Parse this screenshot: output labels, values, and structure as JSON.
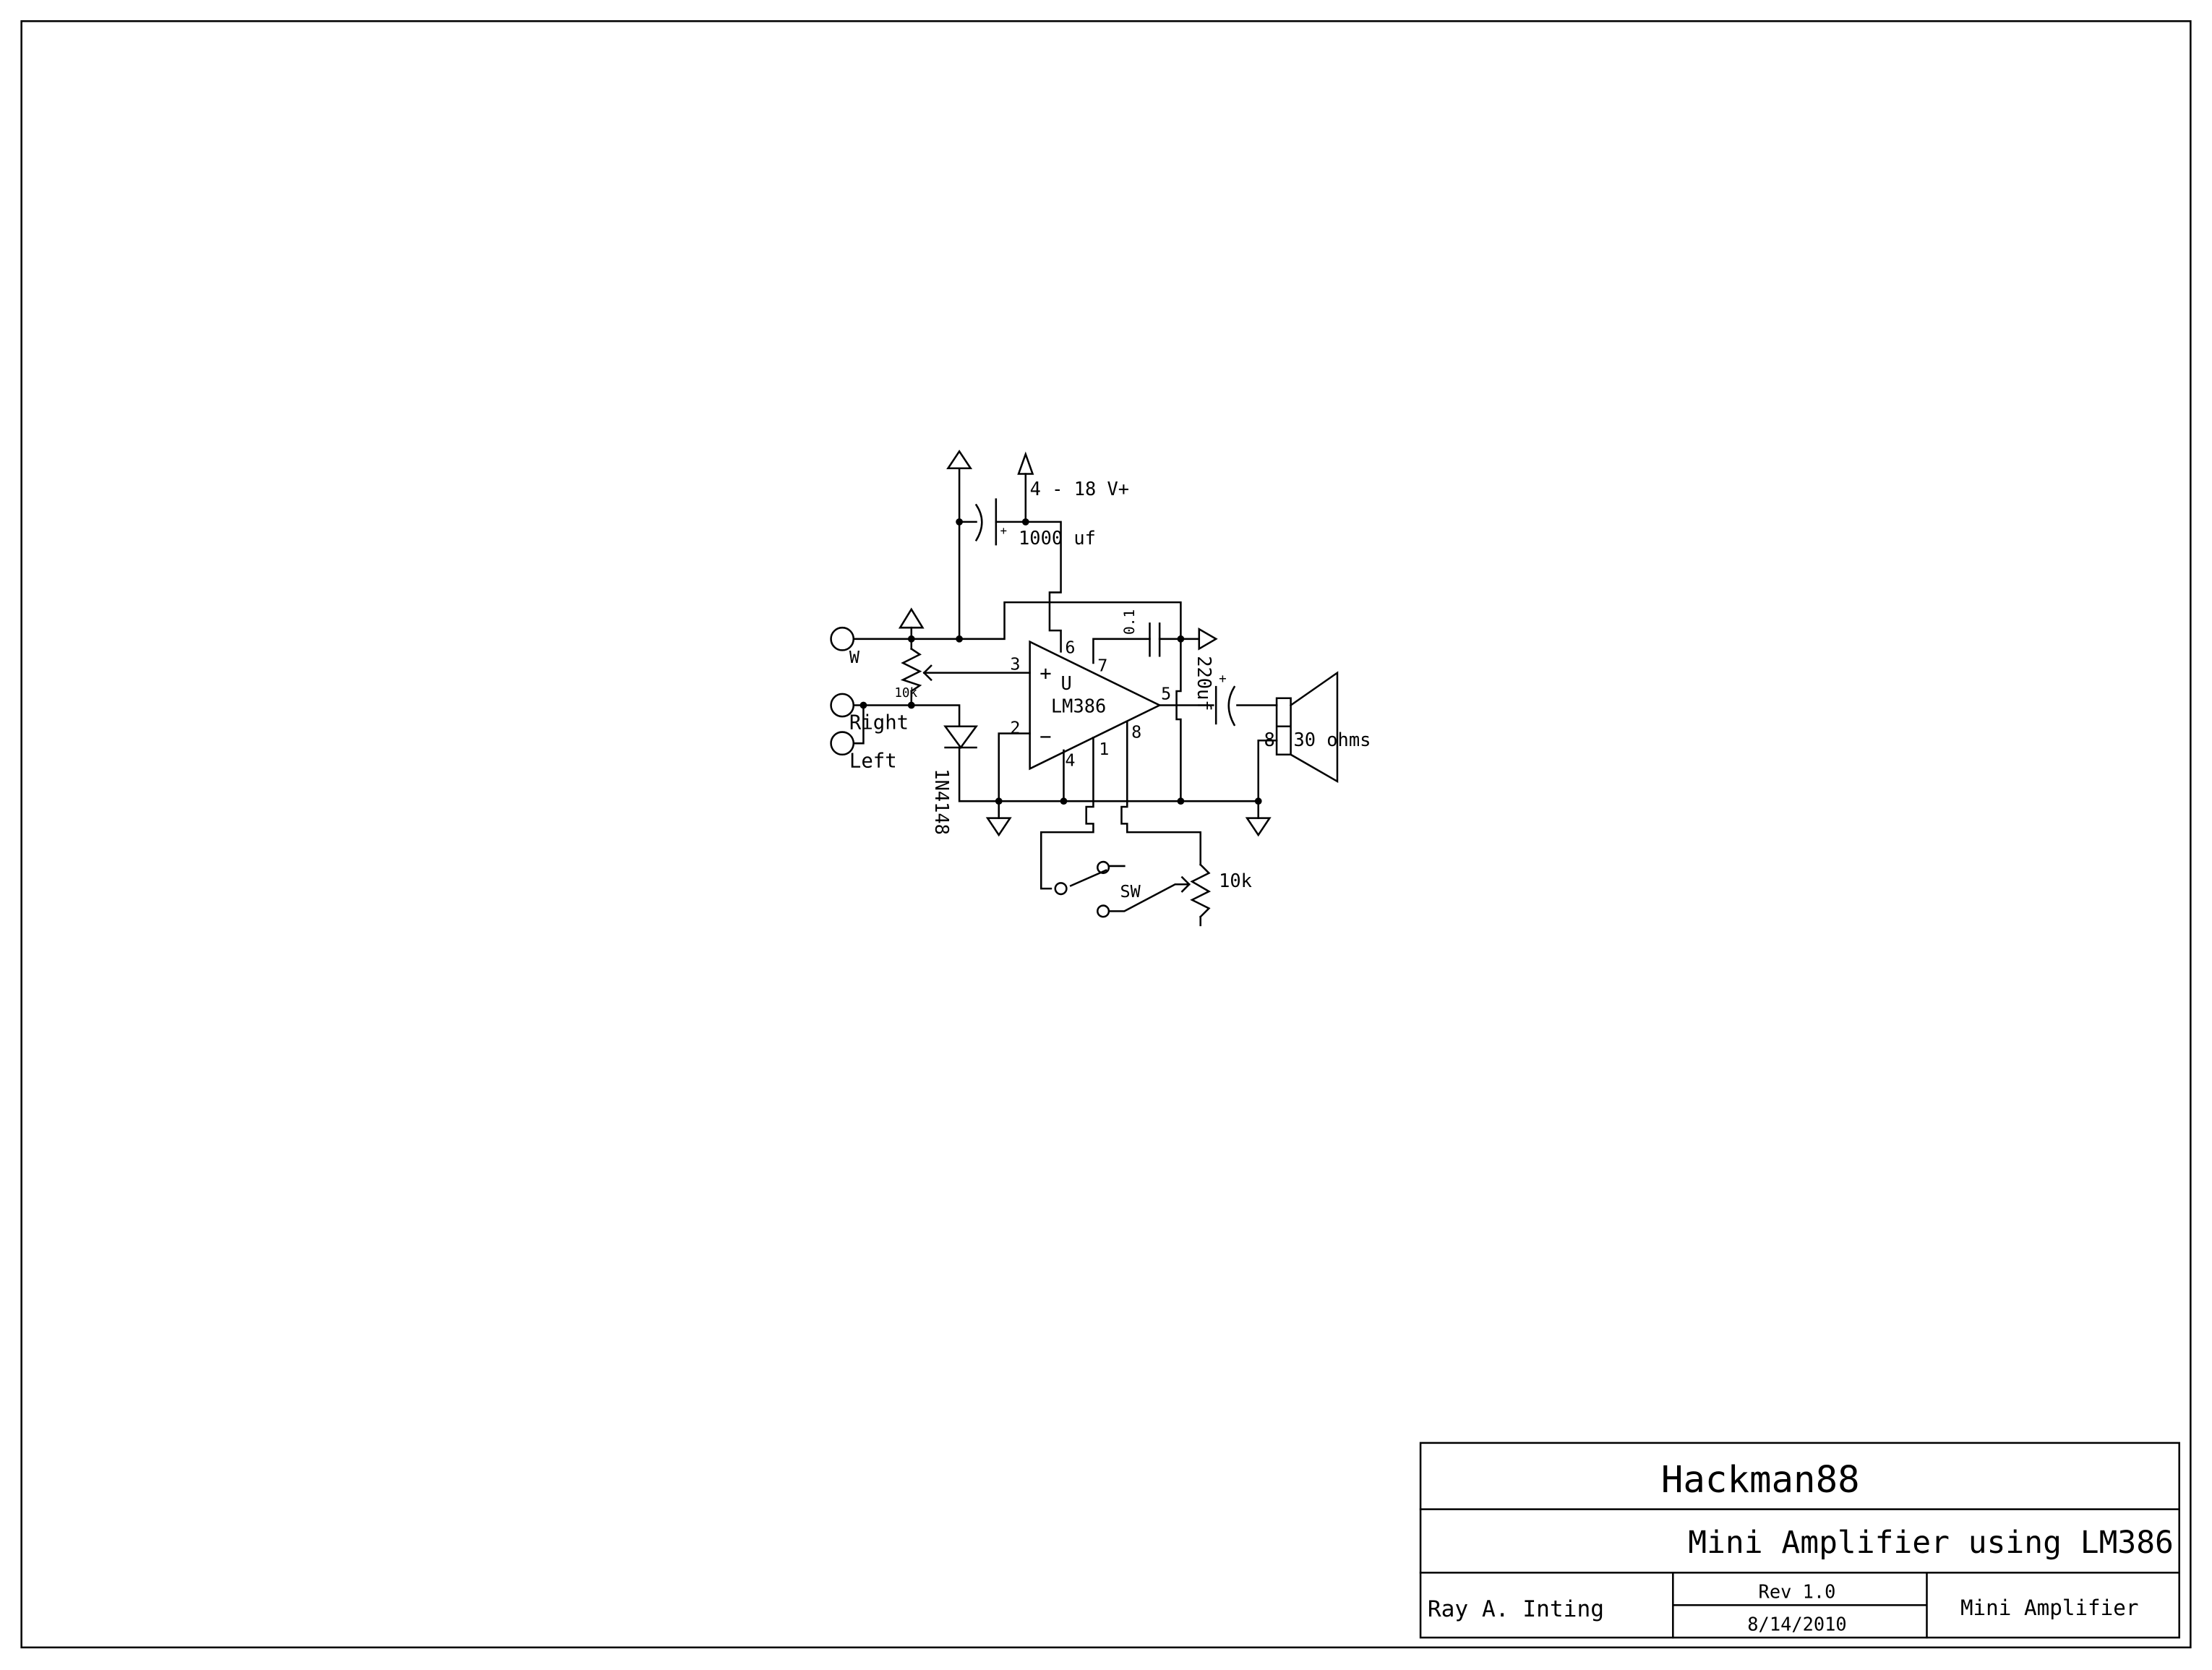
{
  "schematic": {
    "inputs": {
      "w": "W",
      "right": "Right",
      "left": "Left"
    },
    "supply_label": "4 - 18 V+",
    "supply_cap": "1000 uf",
    "input_pot": "10k",
    "diode": "1N4148",
    "ic": {
      "ref": "U",
      "part": "LM386",
      "plus": "+",
      "minus": "−",
      "pins": {
        "p1": "1",
        "p2": "2",
        "p3": "3",
        "p4": "4",
        "p5": "5",
        "p6": "6",
        "p7": "7",
        "p8": "8"
      }
    },
    "bypass_cap": "0.1",
    "output_cap": "220uf",
    "cap_plus": "+",
    "speaker": {
      "left_label": "8",
      "right_label": "30 ohms"
    },
    "switch": "SW",
    "gain_pot": "10k"
  },
  "title_block": {
    "company": "Hackman88",
    "title": "Mini Amplifier using LM386",
    "author": "Ray A. Inting",
    "revision": "Rev 1.0",
    "date": "8/14/2010",
    "sheet_name": "Mini Amplifier"
  }
}
